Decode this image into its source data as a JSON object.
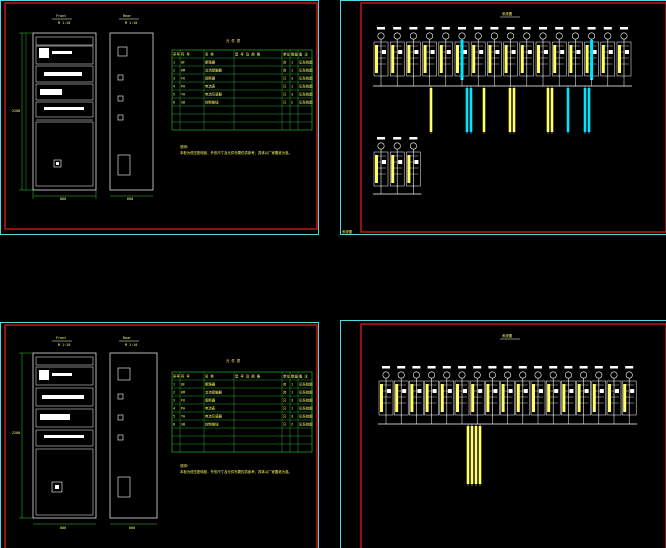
{
  "sheets": [
    {
      "id": "sheet-tl",
      "kind": "panel-layout",
      "front_label": "Front",
      "front_sublabel": "M 1:10",
      "side_label": "Rear",
      "side_sublabel": "M 1:10",
      "width_dim": "800",
      "side_dim": "600",
      "height_dim": "2200",
      "table_title": "元 件 表",
      "table_headers": [
        "序号",
        "符 号",
        "名 称",
        "型 号 及 规 格",
        "单位",
        "数量",
        "备 注"
      ],
      "table_rows": [
        [
          "1",
          "QF",
          "断路器",
          "",
          "台",
          "1",
          "见系统图"
        ],
        [
          "2",
          "KM",
          "交流接触器",
          "",
          "台",
          "1",
          "见系统图"
        ],
        [
          "3",
          "FU",
          "熔断器",
          "",
          "只",
          "3",
          "见系统图"
        ],
        [
          "4",
          "PA",
          "电流表",
          "",
          "只",
          "1",
          "见系统图"
        ],
        [
          "5",
          "TA",
          "电流互感器",
          "",
          "只",
          "3",
          "见系统图"
        ],
        [
          "6",
          "SB",
          "控制按钮",
          "",
          "只",
          "2",
          "见系统图"
        ]
      ],
      "notes_title": "说明:",
      "notes_text": "本柜为低压配电柜，外形尺寸及元件布置仅供参考，具体以厂家图纸为准。"
    },
    {
      "id": "sheet-tr",
      "kind": "single-line",
      "title": "系统图",
      "corner_tag": "系统图"
    },
    {
      "id": "sheet-bl",
      "kind": "panel-layout",
      "front_label": "Front",
      "front_sublabel": "M 1:10",
      "side_label": "Rear",
      "side_sublabel": "M 1:10",
      "width_dim": "800",
      "side_dim": "600",
      "height_dim": "2200",
      "table_title": "元 件 表",
      "table_headers": [
        "序号",
        "符 号",
        "名 称",
        "型 号 及 规 格",
        "单位",
        "数量",
        "备 注"
      ],
      "table_rows": [
        [
          "1",
          "QF",
          "断路器",
          "",
          "台",
          "1",
          "见系统图"
        ],
        [
          "2",
          "KM",
          "交流接触器",
          "",
          "台",
          "1",
          "见系统图"
        ],
        [
          "3",
          "FU",
          "熔断器",
          "",
          "只",
          "3",
          "见系统图"
        ],
        [
          "4",
          "PA",
          "电流表",
          "",
          "只",
          "1",
          "见系统图"
        ],
        [
          "5",
          "TA",
          "电流互感器",
          "",
          "只",
          "3",
          "见系统图"
        ],
        [
          "6",
          "SB",
          "控制按钮",
          "",
          "只",
          "2",
          "见系统图"
        ]
      ],
      "notes_title": "说明:",
      "notes_text": "本柜为低压配电柜，外形尺寸及元件布置仅供参考，具体以厂家图纸为准。"
    },
    {
      "id": "sheet-br",
      "kind": "single-line",
      "title": "系统图",
      "corner_tag": ""
    }
  ],
  "colors": {
    "background": "#000000",
    "sheet_border": "#55d6e0",
    "frame": "#e01a1a",
    "line": "#ffffff",
    "text": "#ffff66",
    "highlight": "#00e5ff",
    "table_grid": "#33cc33"
  }
}
